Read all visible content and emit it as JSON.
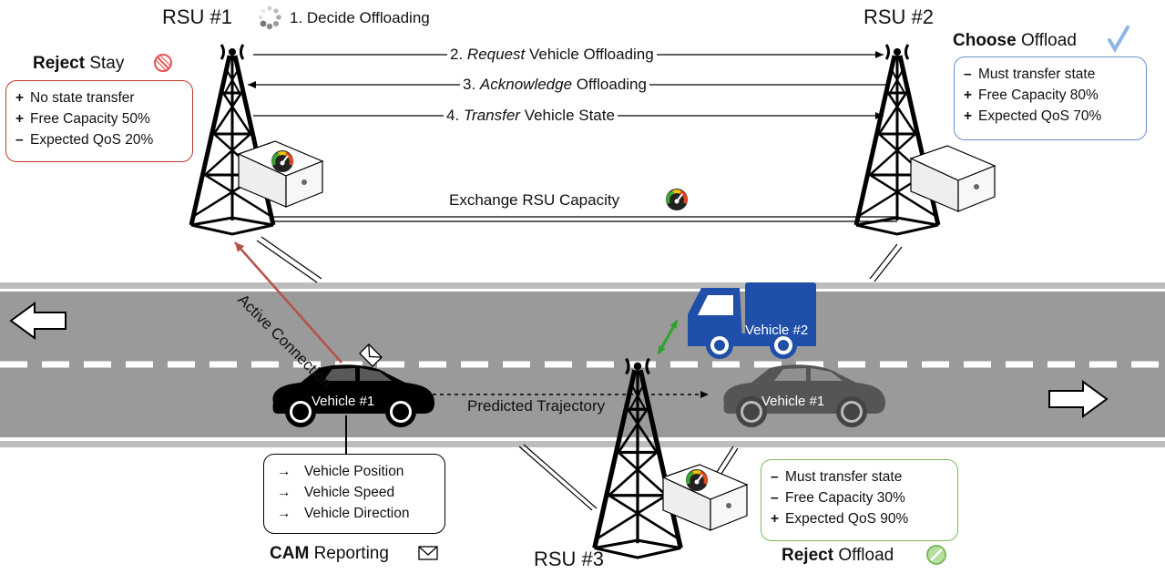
{
  "rsus": {
    "rsu1": "RSU #1",
    "rsu2": "RSU #2",
    "rsu3": "RSU #3"
  },
  "messages": {
    "step1": "1. Decide Offloading",
    "step2_num": "2.",
    "step2_em": "Request",
    "step2_rest": "Vehicle Offloading",
    "step3_num": "3.",
    "step3_em": "Acknowledge",
    "step3_rest": "Offloading",
    "step4_num": "4.",
    "step4_em": "Transfer",
    "step4_rest": "Vehicle State",
    "exchange": "Exchange RSU Capacity",
    "active_connection": "Active Connection",
    "predicted_trajectory": "Predicted Trajectory"
  },
  "decisions": {
    "rsu1": {
      "verdict": "Reject",
      "action": "Stay",
      "color": "#c0392b",
      "items": [
        {
          "mark": "+",
          "text": "No state transfer"
        },
        {
          "mark": "+",
          "text": "Free Capacity 50%"
        },
        {
          "mark": "–",
          "text": "Expected QoS 20%"
        }
      ]
    },
    "rsu2": {
      "verdict": "Choose",
      "action": "Offload",
      "color": "#6a8fc7",
      "items": [
        {
          "mark": "–",
          "text": "Must transfer state"
        },
        {
          "mark": "+",
          "text": "Free Capacity 80%"
        },
        {
          "mark": "+",
          "text": "Expected QoS 70%"
        }
      ]
    },
    "rsu3": {
      "verdict": "Reject",
      "action": "Offload",
      "color": "#7cb85c",
      "items": [
        {
          "mark": "–",
          "text": "Must transfer state"
        },
        {
          "mark": "–",
          "text": "Free Capacity 30%"
        },
        {
          "mark": "+",
          "text": "Expected QoS 90%"
        }
      ]
    }
  },
  "vehicles": {
    "vehicle1": "Vehicle #1",
    "vehicle1_predicted": "Vehicle #1",
    "vehicle2": "Vehicle #2"
  },
  "cam": {
    "title_bold": "CAM",
    "title_rest": "Reporting",
    "items": [
      {
        "arrow": "→",
        "text": "Vehicle Position"
      },
      {
        "arrow": "→",
        "text": "Vehicle Speed"
      },
      {
        "arrow": "→",
        "text": "Vehicle Direction"
      }
    ]
  },
  "colors": {
    "road": "#9a9a9a",
    "truck": "#1f4fa8",
    "active_connection": "#b5524b",
    "v2v_link": "#2aa52a"
  }
}
